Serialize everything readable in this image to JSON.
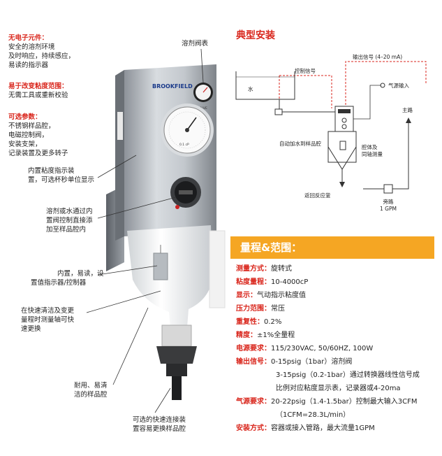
{
  "left_features": {
    "no_electronics": {
      "title": "无电子元件：",
      "lines": [
        "安全的溶剂环境",
        "及时响应，持续感应，",
        "易读的指示器"
      ]
    },
    "easy_range": {
      "title": "易于改变粘度范围：",
      "lines": [
        "无需工具或重新校验"
      ]
    },
    "options": {
      "title": "可选参数：",
      "lines": [
        "不锈钢样品腔，",
        "电磁控制阀，",
        "安装支架，",
        "记录装置及更多转子"
      ]
    }
  },
  "callouts": {
    "solvent_valve": "溶剂阀表",
    "indicator": [
      "内置粘度指示装",
      "置，可选杯秒单位显示"
    ],
    "solvent_water": [
      "溶剂或水通过内",
      "置阀控制直接添",
      "加至样品腔内"
    ],
    "setpoint": [
      "内置，易读，设",
      "置值指示器/控制器"
    ],
    "quick_clean": [
      "在快速清洁及变更",
      "量程时测量轴可快",
      "速更换"
    ],
    "durable": [
      "耐用、易清",
      "洁的样品腔"
    ],
    "quick_connect": [
      "可选的快速连接装",
      "置容易更换样品腔"
    ]
  },
  "typical_install": {
    "title": "典型安装",
    "labels": {
      "output_signal": "输出信号 (4–20 mA)",
      "control_signal": "控制信号",
      "water": "水",
      "air_input": "气源输入",
      "main_line": "主路",
      "auto_water": "自动加水到样品腔",
      "cavity": [
        "腔体及",
        "同轴测量"
      ],
      "return": "返回反应釜",
      "bypass": [
        "旁路",
        "1 GPM"
      ]
    }
  },
  "specs": {
    "title": "量程&范围：",
    "rows": [
      {
        "k": "测量方式：",
        "v": "旋转式"
      },
      {
        "k": "粘度量程：",
        "v": "10-4000cP"
      },
      {
        "k": "显示：",
        "v": "气动指示粘度值"
      },
      {
        "k": "压力范围：",
        "v": "常压"
      },
      {
        "k": "重复性：",
        "v": "0.2%"
      },
      {
        "k": "精度：",
        "v": "±1%全量程"
      },
      {
        "k": "电源要求：",
        "v": "115/230VAC, 50/60HZ, 100W"
      },
      {
        "k": "输出信号：",
        "v": "0-15psig（1bar）溶剂阀"
      }
    ],
    "output_cont": [
      "3-15psig（0.2-1bar）通过转换器线性信号成",
      "比例对应粘度显示表，记录器或4-20ma"
    ],
    "air_row": {
      "k": "气源要求：",
      "v": "20-22psig（1.4-1.5bar）控制最大输入3CFM"
    },
    "air_cont": "（1CFM=28.3L/min）",
    "install_row": {
      "k": "安装方式：",
      "v": "容器或接入管路，最大流量1GPM"
    }
  },
  "device": {
    "brand": "BROOKFIELD",
    "gauge_label": "VALVE",
    "dial_small": "0.1 cP"
  },
  "colors": {
    "accent": "#d9261c",
    "header_bar": "#f5a623"
  }
}
